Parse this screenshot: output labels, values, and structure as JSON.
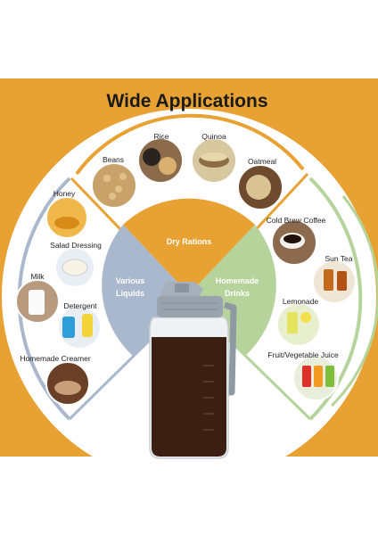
{
  "title": "Wide Applications",
  "colors": {
    "orange": "#e8a234",
    "blue_gray": "#a9b8cc",
    "green": "#b5d39a",
    "lid": "#9aa3ad",
    "liquid": "#3a1f12"
  },
  "sectors": {
    "dry": "Dry Rations",
    "liquids_1": "Various",
    "liquids_2": "Liquids",
    "drinks_1": "Homemade",
    "drinks_2": "Drinks"
  },
  "dry_items": {
    "beans": "Beans",
    "rice": "Rice",
    "quinoa": "Quinoa",
    "oatmeal": "Oatmeal"
  },
  "liquid_items": {
    "honey": "Honey",
    "salad_dressing": "Salad Dressing",
    "milk": "Milk",
    "detergent": "Detergent",
    "creamer": "Homemade Creamer"
  },
  "drink_items": {
    "coffee": "Cold Brew Coffee",
    "sun_tea": "Sun Tea",
    "lemonade": "Lemonade",
    "juice": "Fruit/Vegetable Juice"
  }
}
